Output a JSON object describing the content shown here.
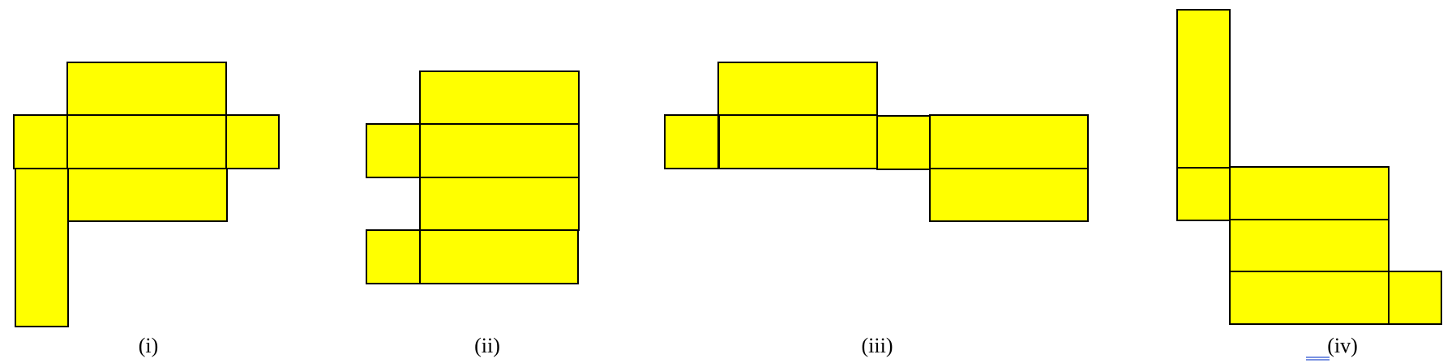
{
  "figure": {
    "fill_color": "#ffff00",
    "stroke_color": "#000000",
    "marker_color": "#4f6fd8",
    "labels": {
      "net_i": "(i)",
      "net_ii": "(ii)",
      "net_iii": "(iii)",
      "net_iv": "(iv)"
    }
  }
}
